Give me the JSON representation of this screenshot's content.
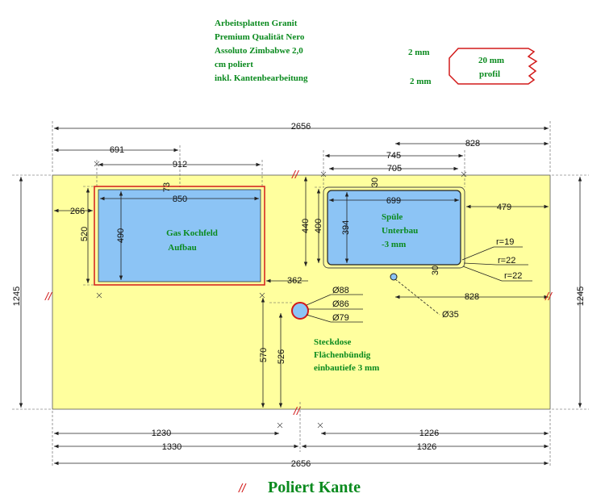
{
  "header": {
    "lines": [
      "Arbeitsplatten Granit",
      "Premium Qualität Nero",
      "Assoluto Zimbabwe 2,0",
      "cm poliert",
      "inkl. Kantenbearbeitung"
    ]
  },
  "profile": {
    "top_thickness": "2 mm",
    "bottom_thickness": "2 mm",
    "label_line1": "20 mm",
    "label_line2": "profil"
  },
  "dimensions": {
    "total_width_top": "2656",
    "total_width_bottom": "2656",
    "left_691": "691",
    "left_912": "912",
    "cooktop_inner": "850",
    "cooktop_73": "73",
    "cooktop_266": "266",
    "cooktop_520": "520",
    "cooktop_490": "490",
    "cooktop_362": "362",
    "sink_745": "745",
    "sink_705": "705",
    "sink_828_top": "828",
    "sink_30_top": "30",
    "sink_699": "699",
    "sink_479": "479",
    "sink_440": "440",
    "sink_400": "400",
    "sink_394": "394",
    "sink_30_bottom": "30",
    "radius_19": "r=19",
    "radius_22a": "r=22",
    "radius_22b": "r=22",
    "sink_828_mid": "828",
    "tap_hole": "Ø35",
    "socket_88": "Ø88",
    "socket_86": "Ø86",
    "socket_79": "Ø79",
    "socket_570": "570",
    "socket_526": "526",
    "height_left": "1245",
    "height_right": "1245",
    "bottom_1230": "1230",
    "bottom_1330": "1330",
    "bottom_1226": "1226",
    "bottom_1326": "1326"
  },
  "labels": {
    "cooktop_line1": "Gas Kochfeld",
    "cooktop_line2": "Aufbau",
    "sink_line1": "Spüle",
    "sink_line2": "Unterbau",
    "sink_line3": "-3 mm",
    "socket_line1": "Steckdose",
    "socket_line2": "Flächenbündig",
    "socket_line3": "einbautiefe 3 mm",
    "edge_marker": "//",
    "legend_marker": "//",
    "legend_text": "Poliert Kante"
  },
  "colors": {
    "countertop": "#ffff9e",
    "cutout": "#8cc4f5",
    "text_green": "#0a8a1e",
    "edge_red": "#d21a1a"
  }
}
